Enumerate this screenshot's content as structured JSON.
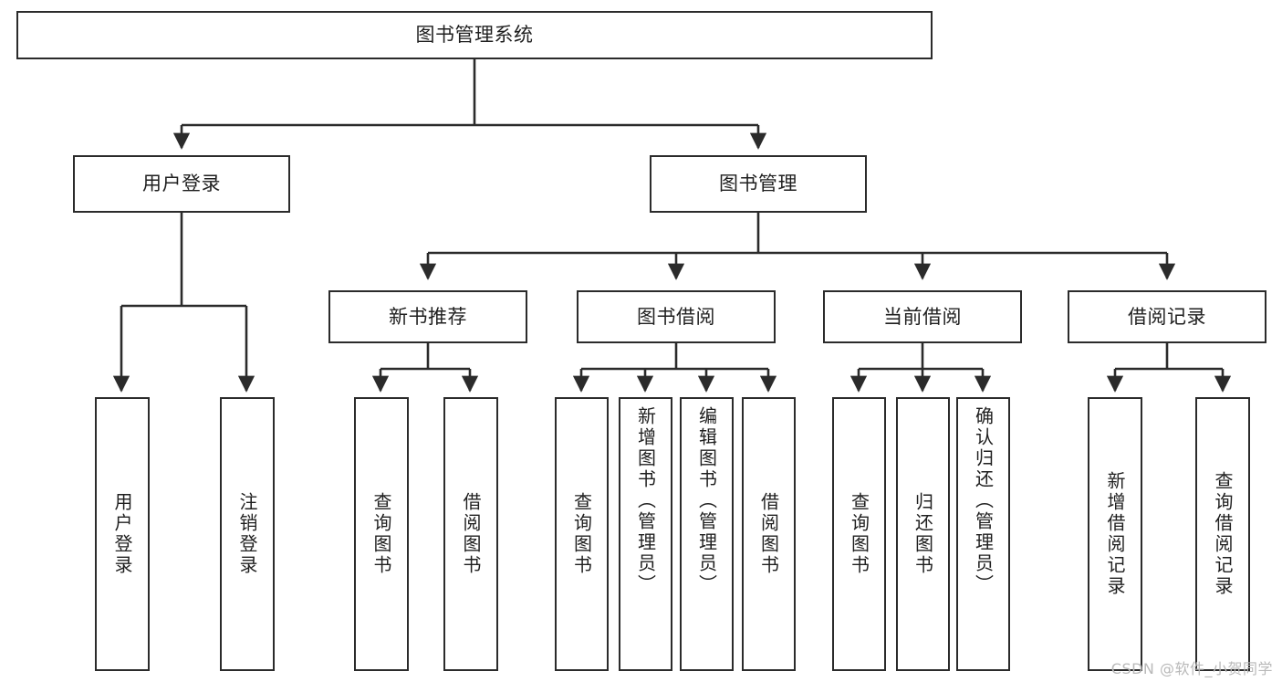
{
  "diagram": {
    "type": "tree",
    "title": "图书管理系统",
    "orientation": "top-down",
    "colors": {
      "box_border": "#2b2b2b",
      "box_fill": "#ffffff",
      "edge": "#2b2b2b",
      "text": "#1f1f1f",
      "watermark": "#b9b9b9"
    },
    "root": {
      "label": "图书管理系统"
    },
    "level2": [
      {
        "label": "用户登录"
      },
      {
        "label": "图书管理"
      }
    ],
    "level3": [
      {
        "label": "新书推荐"
      },
      {
        "label": "图书借阅"
      },
      {
        "label": "当前借阅"
      },
      {
        "label": "借阅记录"
      }
    ],
    "leaves": {
      "user_login": [
        {
          "label": "用户登录"
        },
        {
          "label": "注销登录"
        }
      ],
      "new_book_recommend": [
        {
          "label": "查询图书"
        },
        {
          "label": "借阅图书"
        }
      ],
      "book_borrow": [
        {
          "label": "查询图书"
        },
        {
          "label": "新增图书（管理员）"
        },
        {
          "label": "编辑图书（管理员）"
        },
        {
          "label": "借阅图书"
        }
      ],
      "current_borrow": [
        {
          "label": "查询图书"
        },
        {
          "label": "归还图书"
        },
        {
          "label": "确认归还（管理员）"
        }
      ],
      "borrow_record": [
        {
          "label": "新增借阅记录"
        },
        {
          "label": "查询借阅记录"
        }
      ]
    }
  },
  "watermark": {
    "text": "CSDN @软件_小贺同学"
  }
}
